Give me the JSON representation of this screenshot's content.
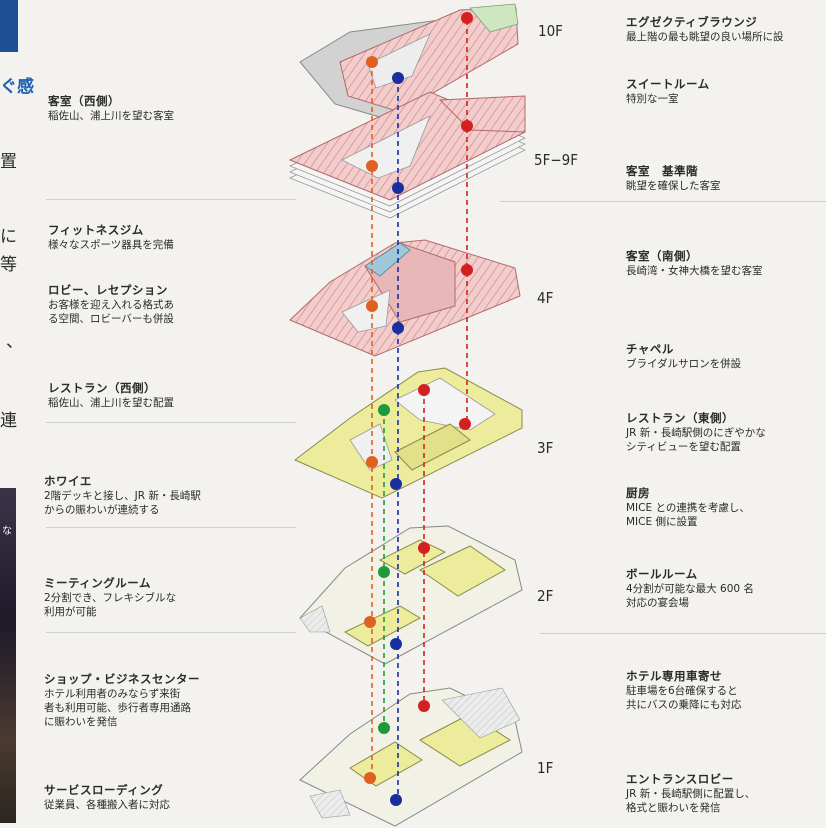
{
  "left_fragments": [
    "ぐ感",
    "置",
    "に",
    "等",
    "、",
    "連"
  ],
  "photo_fragment": "な",
  "left_labels": [
    {
      "title": "客室（西側）",
      "desc": [
        "稲佐山、浦上川を望む客室"
      ]
    },
    {
      "title": "フィットネスジム",
      "desc": [
        "様々なスポーツ器具を完備"
      ]
    },
    {
      "title": "ロビー、レセプション",
      "desc": [
        "お客様を迎え入れる格式あ",
        "る空間、ロビーバーも併設"
      ]
    },
    {
      "title": "レストラン（西側）",
      "desc": [
        "稲佐山、浦上川を望む配置"
      ]
    },
    {
      "title": "ホワイエ",
      "desc": [
        "2階デッキと接し、JR 新・長崎駅",
        "からの賑わいが連続する"
      ]
    },
    {
      "title": "ミーティングルーム",
      "desc": [
        "2分割でき、フレキシブルな",
        "利用が可能"
      ]
    },
    {
      "title": "ショップ・ビジネスセンター",
      "desc": [
        "ホテル利用者のみならず来街",
        "者も利用可能、歩行者専用通路",
        "に賑わいを発信"
      ]
    },
    {
      "title": "サービスローディング",
      "desc": [
        "従業員、各種搬入者に対応"
      ]
    }
  ],
  "right_labels": [
    {
      "title": "エグゼクティブラウンジ",
      "desc": [
        "最上階の最も眺望の良い場所に設"
      ]
    },
    {
      "title": "スイートルーム",
      "desc": [
        "特別な一室"
      ]
    },
    {
      "title": "客室　基準階",
      "desc": [
        "眺望を確保した客室"
      ]
    },
    {
      "title": "客室（南側）",
      "desc": [
        "長崎湾・女神大橋を望む客室"
      ]
    },
    {
      "title": "チャペル",
      "desc": [
        "ブライダルサロンを併設"
      ]
    },
    {
      "title": "レストラン（東側）",
      "desc": [
        "JR 新・長崎駅側のにぎやかな",
        "シティビューを望む配置"
      ]
    },
    {
      "title": "厨房",
      "desc": [
        "MICE との連携を考慮し、",
        "MICE 側に設置"
      ]
    },
    {
      "title": "ボールルーム",
      "desc": [
        "4分割が可能な最大 600 名",
        "対応の宴会場"
      ]
    },
    {
      "title": "ホテル専用車寄せ",
      "desc": [
        "駐車場を6台確保すると",
        "共にバスの乗降にも対応"
      ]
    },
    {
      "title": "エントランスロビー",
      "desc": [
        "JR 新・長崎駅側に配置し、",
        "格式と賑わいを発信"
      ]
    }
  ],
  "floors": [
    "10F",
    "5F−9F",
    "4F",
    "3F",
    "2F",
    "1F"
  ],
  "colors": {
    "guestroom": "#f2c9c9",
    "guestroom_line": "#c97a7a",
    "public": "#ecec9c",
    "public_line": "#9a9a5a",
    "core_grey": "#cfcfcf",
    "fitness": "#9fc9d9",
    "lounge": "#cfe6c2",
    "red": "#d42020",
    "blue": "#1a2ea0",
    "green": "#1f9a3a",
    "orange": "#e06020"
  }
}
